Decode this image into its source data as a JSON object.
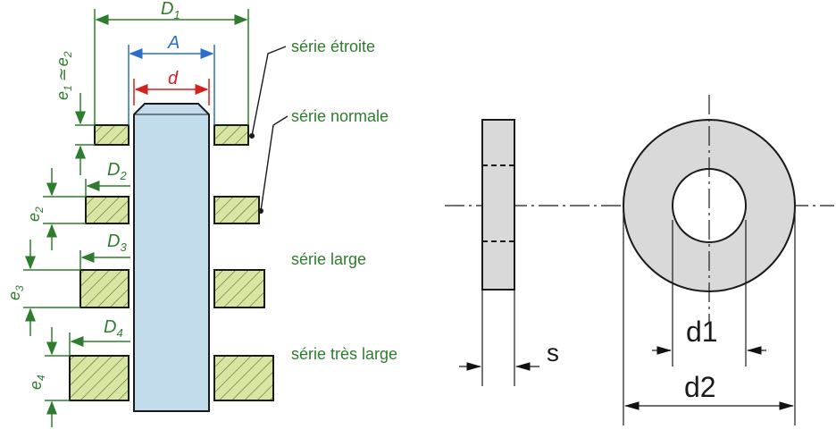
{
  "left_figure": {
    "dims": {
      "D1": {
        "letter": "D",
        "sub": "1"
      },
      "A": "A",
      "d": "d",
      "D2": {
        "letter": "D",
        "sub": "2"
      },
      "D3": {
        "letter": "D",
        "sub": "3"
      },
      "D4": {
        "letter": "D",
        "sub": "4"
      },
      "e1e2": {
        "a": "e",
        "a_sub": "1",
        "rel": "≃",
        "b": "e",
        "b_sub": "2"
      },
      "e2": {
        "letter": "e",
        "sub": "2"
      },
      "e3": {
        "letter": "e",
        "sub": "3"
      },
      "e4": {
        "letter": "e",
        "sub": "4"
      }
    },
    "series": {
      "etroite": "série étroite",
      "normale": "série normale",
      "large": "série large",
      "tres_large": "série très large"
    }
  },
  "right_figure": {
    "side_view_dim": "s",
    "inner_dim": "d1",
    "outer_dim": "d2"
  },
  "colors": {
    "green": "#2e7d2e",
    "blue": "#2a6fc9",
    "red": "#d42020",
    "shaft": "#c3dcec",
    "washer_hatch": "#d8e6a4",
    "washer_grey": "#d9d9d9"
  }
}
